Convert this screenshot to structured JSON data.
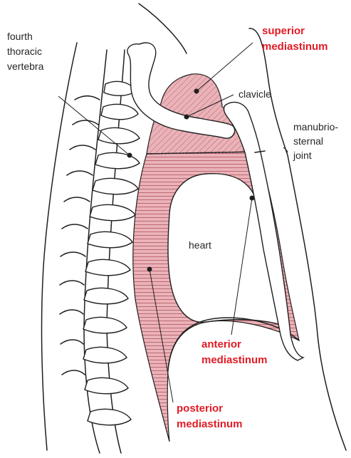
{
  "labels": {
    "fourth_vertebra": [
      "fourth",
      "thoracic",
      "vertebra"
    ],
    "superior": [
      "superior",
      "mediastinum"
    ],
    "clavicle": "clavicle",
    "manubriosternal": [
      "manubrio-",
      "sternal",
      "joint"
    ],
    "heart": "heart",
    "anterior": [
      "anterior",
      "mediastinum"
    ],
    "posterior": [
      "posterior",
      "mediastinum"
    ]
  },
  "colors": {
    "mediastinum_fill": "#eab3b9",
    "hatch": "#b9616b",
    "highlight_label": "#e21b25",
    "ink": "#1f1f1f"
  }
}
